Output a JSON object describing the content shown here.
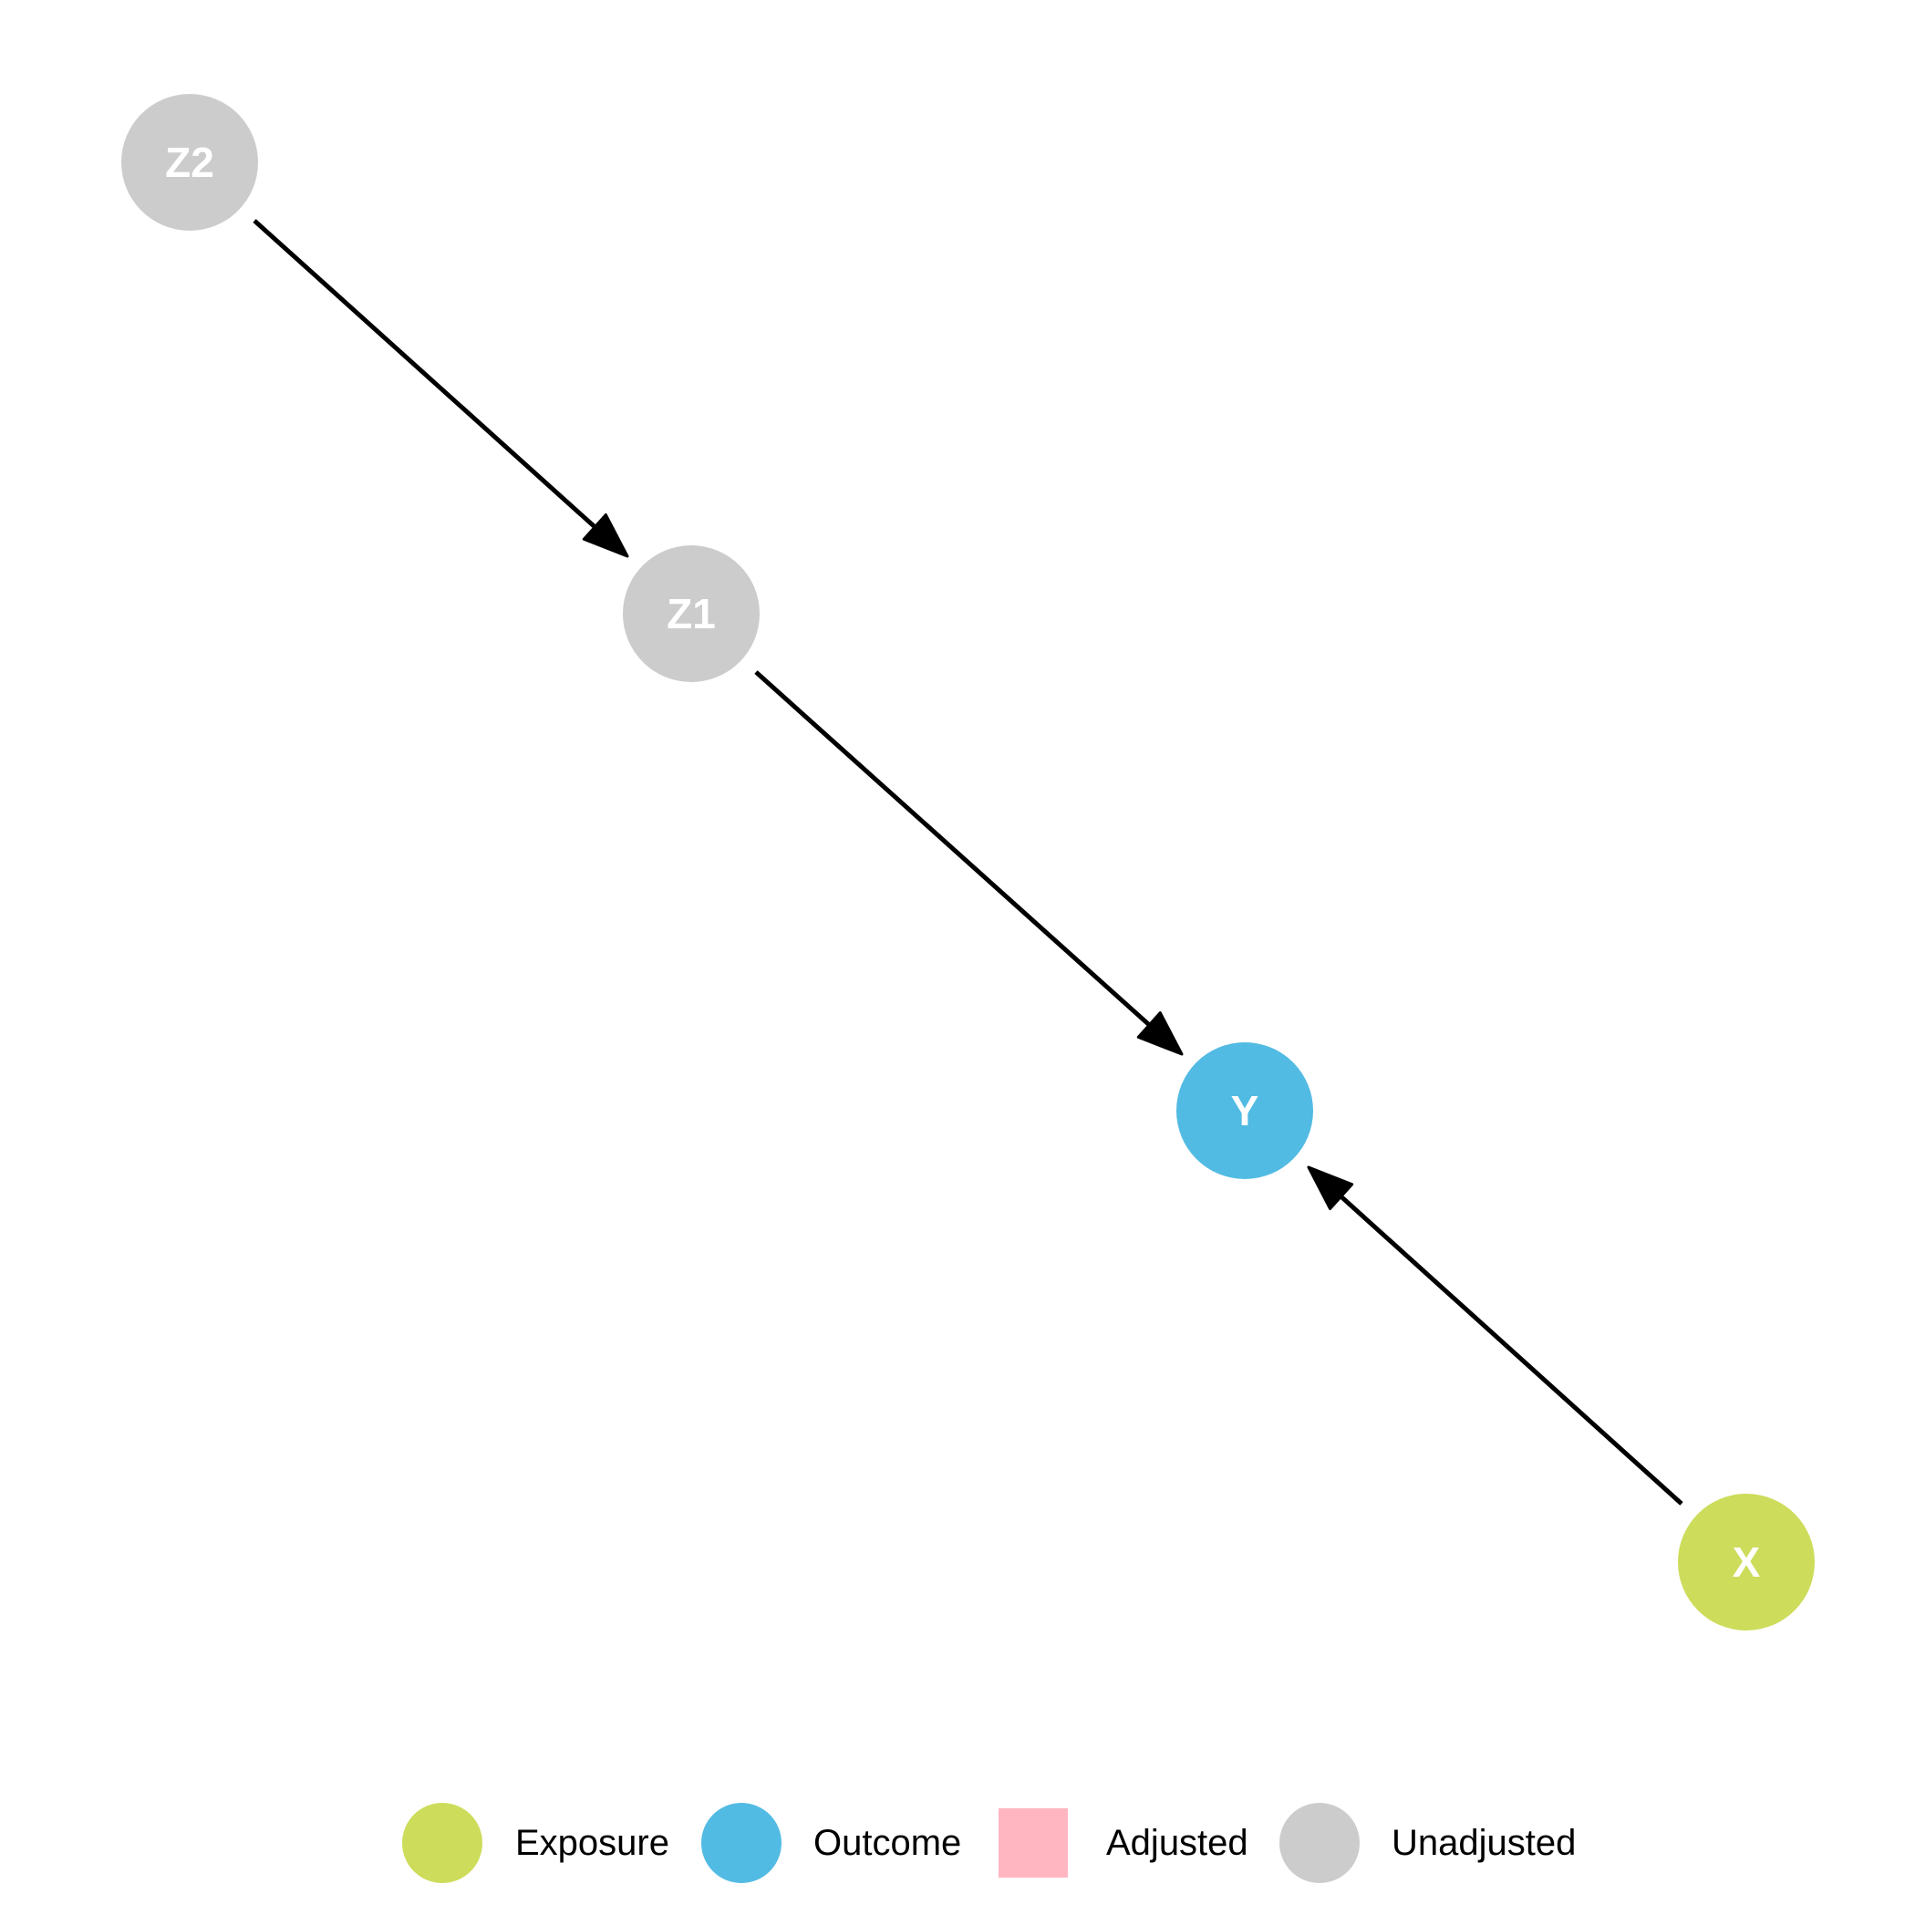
{
  "diagram": {
    "type": "directed-acyclic-graph",
    "nodes": [
      {
        "id": "Z2",
        "label": "Z2",
        "status": "unadjusted"
      },
      {
        "id": "Z1",
        "label": "Z1",
        "status": "unadjusted"
      },
      {
        "id": "Y",
        "label": "Y",
        "status": "outcome"
      },
      {
        "id": "X",
        "label": "X",
        "status": "exposure"
      }
    ],
    "edges": [
      {
        "from": "Z2",
        "to": "Z1"
      },
      {
        "from": "Z1",
        "to": "Y"
      },
      {
        "from": "X",
        "to": "Y"
      }
    ]
  },
  "legend": {
    "items": [
      {
        "label": "Exposure",
        "shape": "circle",
        "color": "#CDDC5A"
      },
      {
        "label": "Outcome",
        "shape": "circle",
        "color": "#52BBE3"
      },
      {
        "label": "Adjusted",
        "shape": "square",
        "color": "#FFB6C1"
      },
      {
        "label": "Unadjusted",
        "shape": "circle",
        "color": "#CCCCCC"
      }
    ]
  },
  "colors": {
    "exposure": "#CDDC5A",
    "outcome": "#52BBE3",
    "adjusted": "#FFB6C1",
    "unadjusted": "#CCCCCC",
    "edge": "#000000",
    "node_text": "#FFFFFF"
  }
}
